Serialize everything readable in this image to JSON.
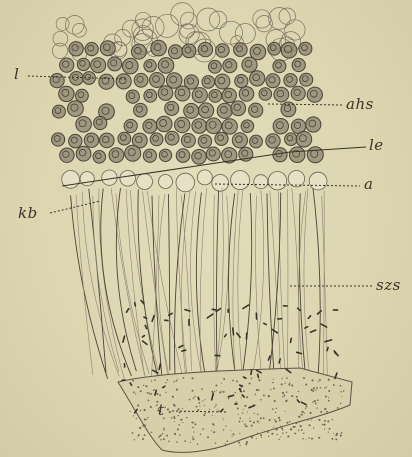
{
  "figure": {
    "labels": {
      "l": "l",
      "ahs": "ahs",
      "le": "le",
      "a": "a",
      "kb": "kb",
      "szs": "szs",
      "t": "t"
    }
  },
  "colors": {
    "paper": "#ddd7b3",
    "ink": "#3a3128",
    "cell_fill": "#8a826e",
    "cell_outline": "#4a4236"
  }
}
